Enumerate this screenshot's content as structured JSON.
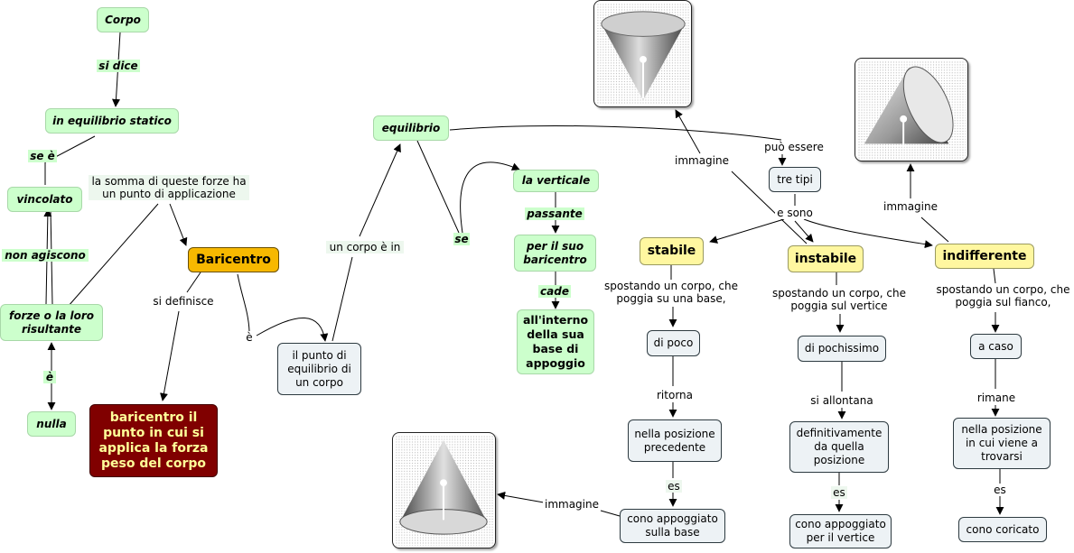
{
  "nodes": {
    "corpo": "Corpo",
    "in_equilibrio_statico": "in equilibrio statico",
    "vincolato": "vincolato",
    "forze_risultante": "forze o la loro risultante",
    "nulla": "nulla",
    "baricentro": "Baricentro",
    "baricentro_def": "baricentro il punto in cui si applica la forza peso del corpo",
    "punto_equilibrio": "il punto di equilibrio di un corpo",
    "equilibrio": "equilibrio",
    "la_verticale": "la verticale",
    "per_il_suo_baricentro": "per il suo baricentro",
    "interno_base": "all'interno della sua base di appoggio",
    "tre_tipi": "tre tipi",
    "stabile": "stabile",
    "instabile": "instabile",
    "indifferente": "indifferente",
    "di_poco": "di poco",
    "di_pochissimo": "di pochissimo",
    "a_caso": "a caso",
    "posizione_precedente": "nella posizione precedente",
    "definitivamente": "definitivamente da quella posizione",
    "posizione_trovarsi": "nella posizione in cui viene a trovarsi",
    "cono_base": "cono appoggiato sulla base",
    "cono_vertice": "cono appoggiato per il vertice",
    "cono_coricato": "cono coricato"
  },
  "links": {
    "si_dice": "si dice",
    "se_e": "se è",
    "non_agiscono": "non agiscono",
    "e_nulla": "è",
    "somma_forze": "la somma di queste forze ha un punto di applicazione",
    "si_definisce": "si definisce",
    "e_punto": "è",
    "un_corpo_e_in": "un corpo è in",
    "se": "se",
    "passante": "passante",
    "cade": "cade",
    "puo_essere": "può essere",
    "e_sono": "e sono",
    "immagine_1": "immagine",
    "immagine_2": "immagine",
    "immagine_3": "immagine",
    "spostando_stabile": "spostando un corpo, che poggia su una base,",
    "spostando_instabile": "spostando un corpo, che poggia sul vertice",
    "spostando_indifferente": "spostando un corpo, che poggia sul fianco,",
    "ritorna": "ritorna",
    "si_allontana": "si allontana",
    "rimane": "rimane",
    "es_1": "es",
    "es_2": "es",
    "es_3": "es"
  },
  "colors": {
    "concept_green": "#ccffcc",
    "concept_gray": "#edf2f5",
    "concept_yellow": "#fff7a0",
    "concept_orange": "#f7b800",
    "concept_red": "#800000",
    "link_line": "#000000"
  },
  "images": [
    "cone-upside-down-image",
    "cone-lying-image",
    "cone-on-base-image"
  ]
}
